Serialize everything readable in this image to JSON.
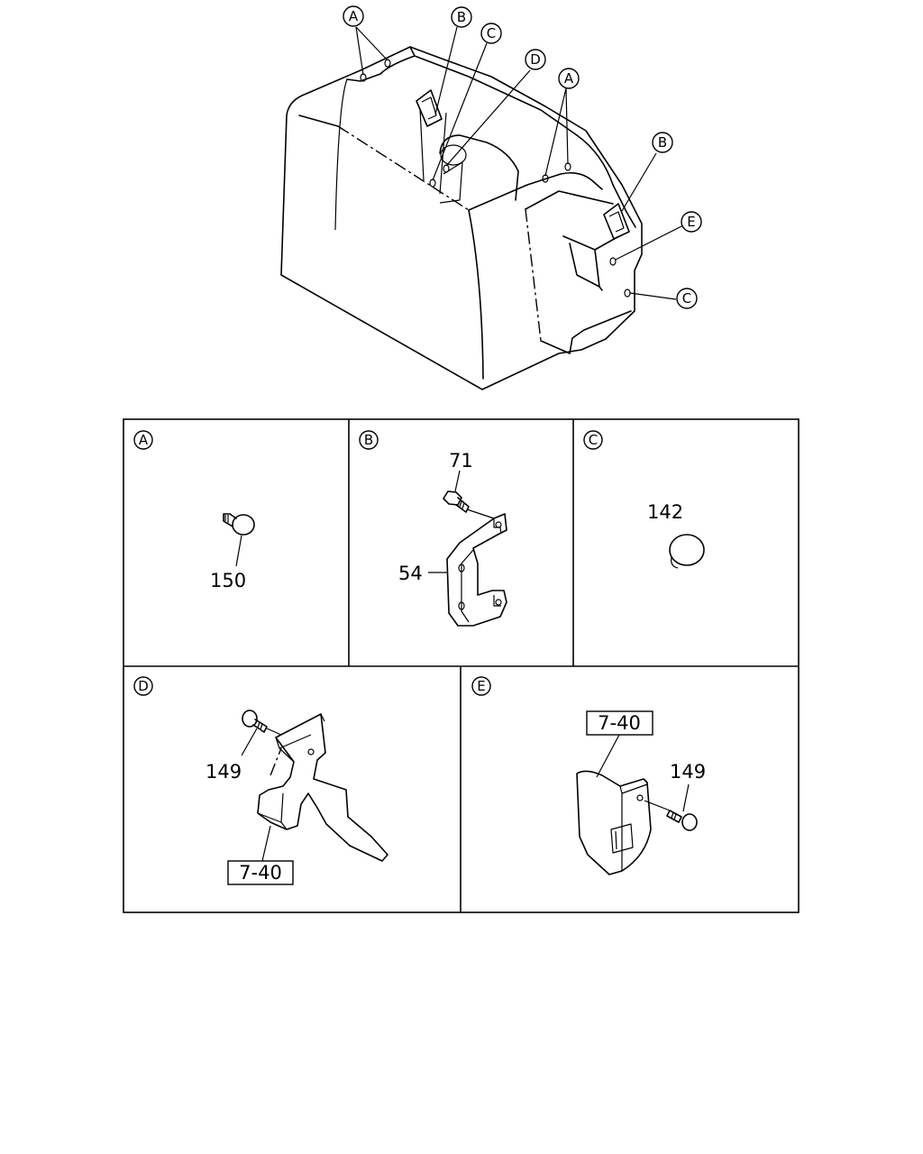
{
  "callouts": {
    "main_a1": "A",
    "main_b1": "B",
    "main_c1": "C",
    "main_d": "D",
    "main_a2": "A",
    "main_b2": "B",
    "main_e": "E",
    "main_c2": "C"
  },
  "panels": {
    "a": {
      "letter": "A",
      "parts": [
        "150"
      ]
    },
    "b": {
      "letter": "B",
      "parts": [
        "71",
        "54"
      ]
    },
    "c": {
      "letter": "C",
      "parts": [
        "142"
      ]
    },
    "d": {
      "letter": "D",
      "parts": [
        "149",
        "7-40"
      ]
    },
    "e": {
      "letter": "E",
      "parts": [
        "7-40",
        "149"
      ]
    }
  }
}
